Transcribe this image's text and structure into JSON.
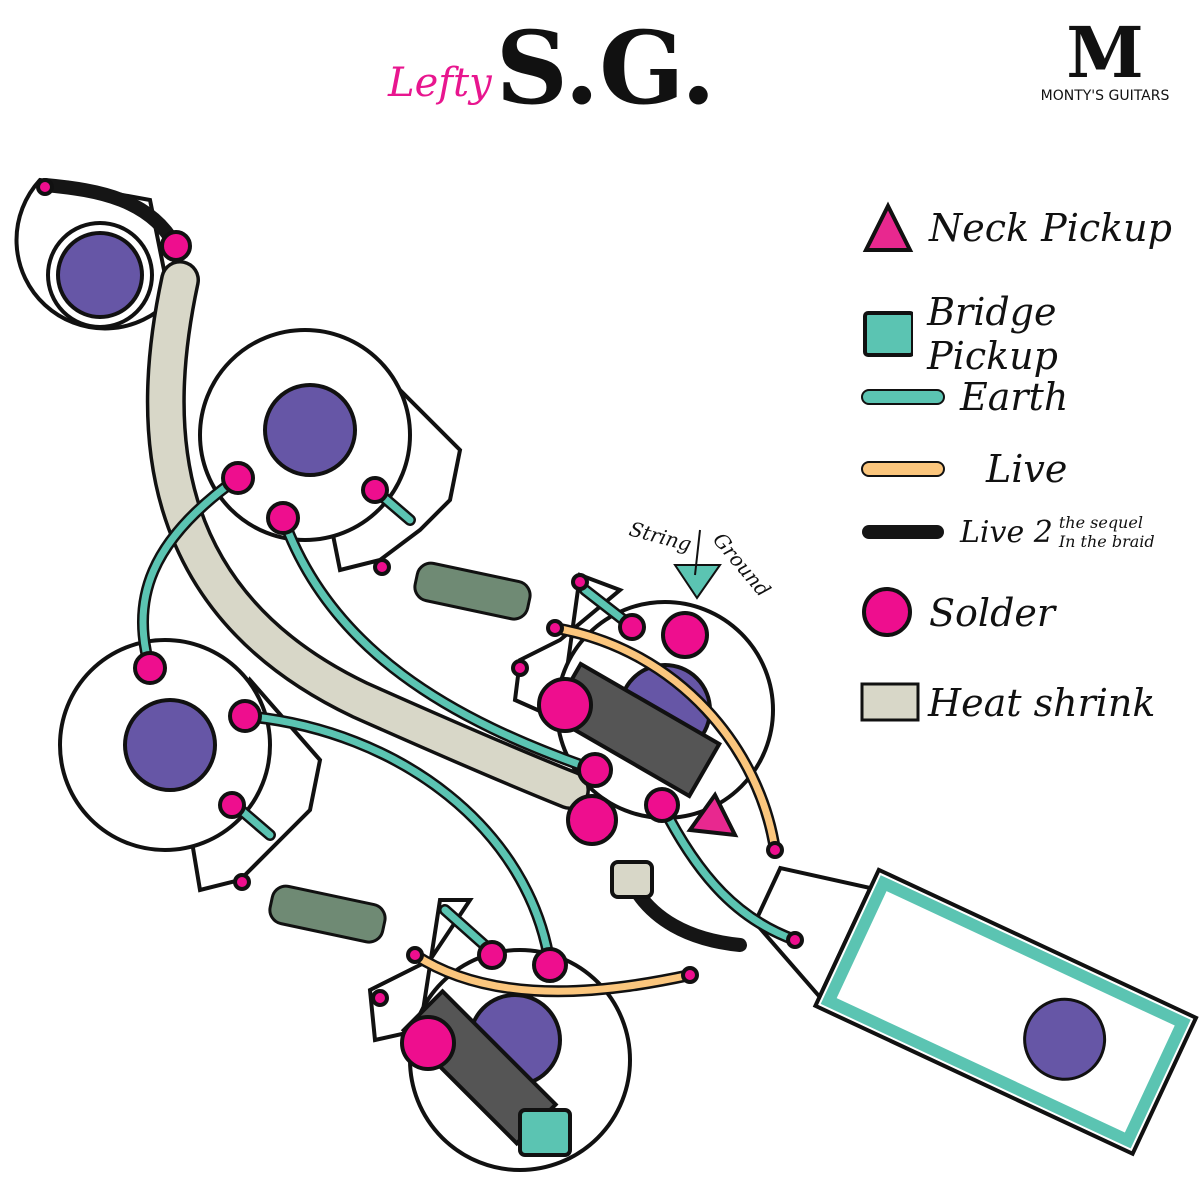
{
  "title": {
    "prefix": "Lefty",
    "main": "S.G."
  },
  "logo": {
    "letter": "M",
    "text": "MONTY'S GUITARS"
  },
  "annotation": {
    "label1": "String",
    "label2": "Ground"
  },
  "legend": [
    {
      "shape": "triangle",
      "color": "#e8288f",
      "label": "Neck Pickup"
    },
    {
      "shape": "square",
      "color": "#5bc4b2",
      "label": "Bridge Pickup"
    },
    {
      "shape": "line",
      "color": "#5bc4b2",
      "label": "Earth"
    },
    {
      "shape": "line",
      "color": "#fbc67d",
      "label": "Live"
    },
    {
      "shape": "line",
      "color": "#151515",
      "label": "Live 2",
      "note1": "the sequel",
      "note2": "In the braid"
    },
    {
      "shape": "circle",
      "color": "#ee0e8e",
      "label": "Solder"
    },
    {
      "shape": "rect",
      "color": "#d8d7c8",
      "label": "Heat shrink"
    }
  ],
  "colors": {
    "pot_center": "#6656a6",
    "earth": "#5bc4b2",
    "live": "#fbc67d",
    "solder": "#ee0e8e",
    "heatshrink": "#d8d7c8",
    "capacitor": "#6f8a74"
  }
}
